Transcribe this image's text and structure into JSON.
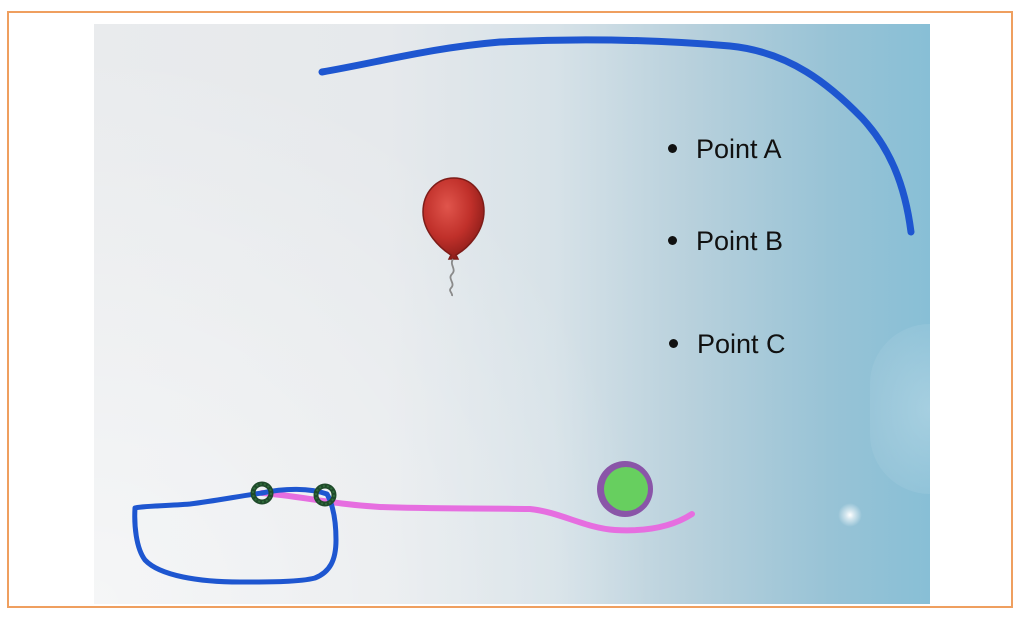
{
  "slide": {
    "bullets": [
      {
        "label": "Point A"
      },
      {
        "label": "Point B"
      },
      {
        "label": "Point C"
      }
    ]
  },
  "colors": {
    "frame_border": "#ef9f5f",
    "ink_blue": "#1e56d0",
    "ink_pink": "#e66ee0",
    "balloon_red": "#c0302a",
    "marker_green": "#67cf5f",
    "marker_purple": "#8a55a8",
    "ring_dark_green": "#1f4a2a"
  },
  "icons": {
    "balloon": "balloon-icon",
    "target_marker": "circle-marker-icon",
    "anchor_rings": "ring-icon"
  }
}
